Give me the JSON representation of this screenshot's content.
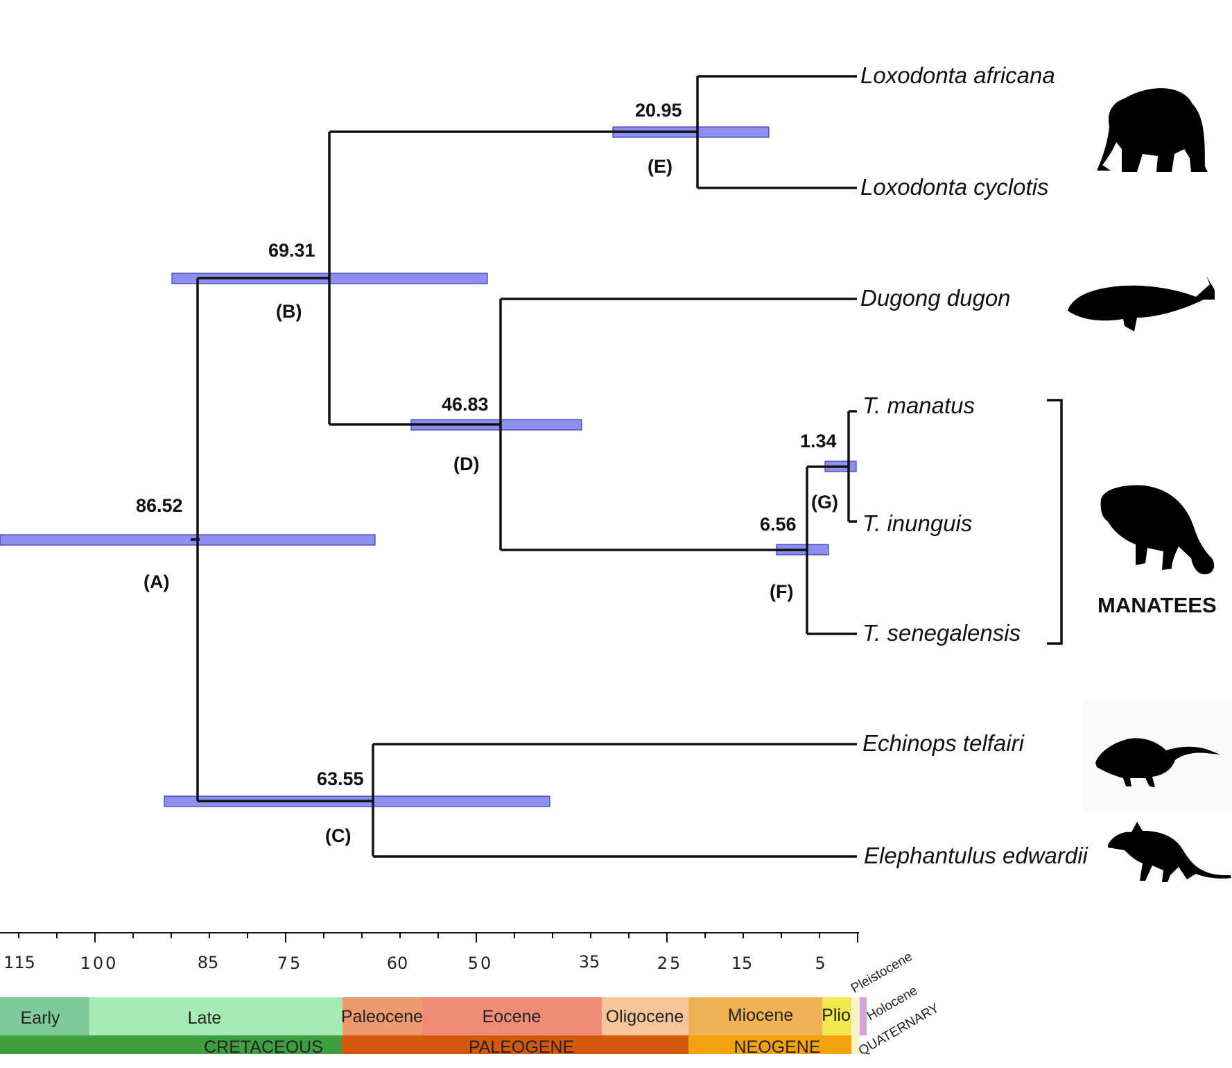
{
  "tree": {
    "nodes": [
      {
        "id": "A",
        "label": "(A)",
        "age": "86.52"
      },
      {
        "id": "B",
        "label": "(B)",
        "age": "69.31"
      },
      {
        "id": "C",
        "label": "(C)",
        "age": "63.55"
      },
      {
        "id": "D",
        "label": "(D)",
        "age": "46.83"
      },
      {
        "id": "E",
        "label": "(E)",
        "age": "20.95"
      },
      {
        "id": "F",
        "label": "(F)",
        "age": "6.56"
      },
      {
        "id": "G",
        "label": "(G)",
        "age": "1.34"
      }
    ],
    "species": [
      "Loxodonta africana",
      "Loxodonta cyclotis",
      "Dugong dugon",
      "T. manatus",
      "T. inunguis",
      "T. senegalensis",
      "Echinops telfairi",
      "Elephantulus edwardii"
    ],
    "clade_label": "MANATEES"
  },
  "time_axis": {
    "tick_labels": [
      "115",
      "100",
      "85",
      "75",
      "60",
      "50",
      "35",
      "25",
      "15",
      "5"
    ]
  },
  "timescale": {
    "epochs": [
      "Early",
      "Late",
      "Paleocene",
      "Eocene",
      "Oligocene",
      "Miocene",
      "Plio"
    ],
    "rotated_epochs": [
      "Pleistocene",
      "Holocene"
    ],
    "periods": [
      "CRETACEOUS",
      "PALEOGENE",
      "NEOGENE"
    ],
    "rotated_period": "QUATERNARY",
    "colors": {
      "early": "#7fc99b",
      "late": "#a6ebb6",
      "paleocene": "#ec9a6e",
      "eocene": "#ef8c78",
      "oligocene": "#f7c59a",
      "miocene": "#efb356",
      "plio": "#f2e74f",
      "pleistocene": "#f4f4c4",
      "holocene": "#d4a5d4",
      "cretaceous": "#3f9f40",
      "paleogene": "#d35a0d",
      "neogene": "#f5a20e",
      "hpd": "#8c8ef0"
    }
  },
  "silhouettes": [
    "elephant-icon",
    "dugong-icon",
    "manatee-icon",
    "tenrec-icon",
    "elephant-shrew-icon"
  ]
}
